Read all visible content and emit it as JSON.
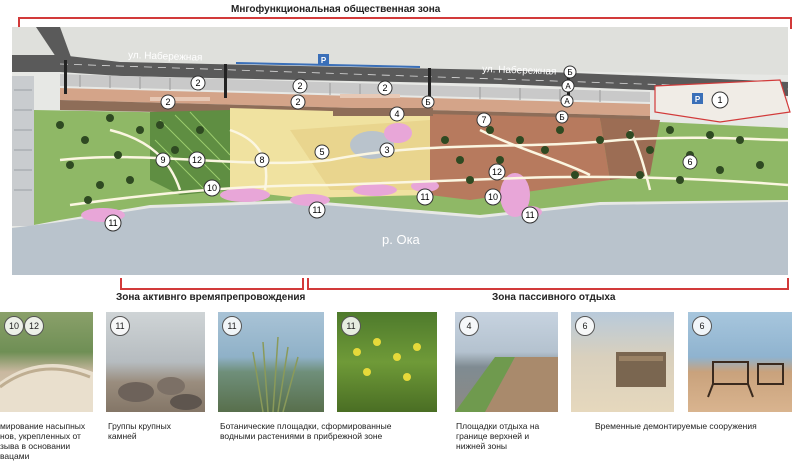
{
  "labels": {
    "multifunctional_zone": "Мнгофункциональная общественная зона",
    "active_zone": "Зона активнго времяпрепровождения",
    "passive_zone": "Зона пассивного отдыха",
    "river": "р. Ока",
    "street_1": "ул. Набережная",
    "street_2": "ул. Набережная",
    "parking": "P"
  },
  "map_markers": {
    "m1": "1",
    "m2a": "2",
    "m2b": "2",
    "m2c": "2",
    "m2d": "2",
    "m2e": "2",
    "m3": "3",
    "m4": "4",
    "m5": "5",
    "m6": "6",
    "m7": "7",
    "m8": "8",
    "m9": "9",
    "m10a": "10",
    "m10b": "10",
    "m11a": "11",
    "m11b": "11",
    "m11c": "11",
    "m11d": "11",
    "m12a": "12",
    "m12b": "12",
    "lA1": "А",
    "lA2": "А",
    "lB1": "Б",
    "lB2": "Б",
    "lB3": "Б"
  },
  "photos": [
    {
      "badges": [
        "10",
        "12"
      ],
      "caption": "мирование насыпных\nнов, укрепленных от\nзыва в основании\nвацами"
    },
    {
      "badges": [
        "11"
      ],
      "caption": "Группы крупных\nкамней"
    },
    {
      "badges": [
        "11"
      ],
      "caption": "Ботанические площадки, сформированные\nводными растениями в прибрежной зоне"
    },
    {
      "badges": [
        "11"
      ],
      "caption": ""
    },
    {
      "badges": [
        "4"
      ],
      "caption": "Площадки отдыха на\nгранице верхней и\nнижней зоны"
    },
    {
      "badges": [
        "6"
      ],
      "caption": "Временные демонтируемые сооружения"
    },
    {
      "badges": [
        "6"
      ],
      "caption": ""
    }
  ],
  "colors": {
    "bracket": "#d23a3a",
    "water": "#b9c3cc",
    "grass": "#8fb866",
    "sand": "#f0e2a0",
    "promenade": "#c89878",
    "road": "#5a5a5a",
    "pink": "#e8a6d8",
    "parking": "#3a6fb8"
  }
}
